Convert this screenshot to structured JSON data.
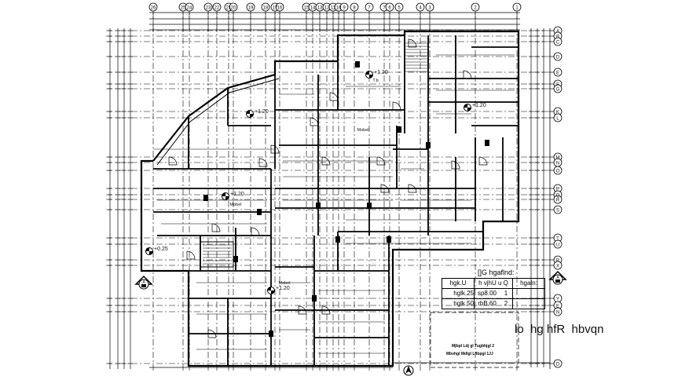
{
  "drawing": {
    "top_grid_labels": [
      "26",
      "25",
      "24",
      "23",
      "22",
      "21",
      "20",
      "19",
      "18",
      "17",
      "16",
      "15",
      "14",
      "13",
      "12",
      "11",
      "10",
      "9",
      "8",
      "7",
      "7",
      "6",
      "5",
      "4",
      "3",
      "2",
      "1"
    ],
    "right_grid_labels": [
      "A",
      "B",
      "C",
      "D",
      "E",
      "F",
      "G",
      "K",
      "L",
      "M",
      "N",
      "O",
      "P",
      "Q",
      "R",
      "S",
      "T",
      "U",
      "R",
      "X",
      "Y",
      "E",
      "N",
      "D"
    ],
    "section_marker": {
      "label": "A"
    },
    "level_markers": [
      "+1.20",
      "+1.20",
      "+1.20",
      "+1.20",
      "+1.20",
      "+0.25"
    ],
    "room_labels": [
      "Mobel",
      "Mobel",
      "T.b",
      "Mobel"
    ],
    "schedule": {
      "title": "[]G hgaflnd:",
      "headers": [
        "hgk.U",
        "h vjhU u Q",
        "hgaln:"
      ],
      "rows": [
        [
          "hglk.25",
          "sp8.00",
          "1"
        ],
        [
          "hglk.50",
          "rbB.60",
          "2"
        ]
      ]
    },
    "sheet_title": "lo  hg hfR  hbvqn",
    "notes": [
      "Mjbpl Ldj gl Tugbhjgl 2",
      "Mbvhgl Mdlgl Lflbpgl 1JJ"
    ],
    "line_color": "#000000"
  }
}
